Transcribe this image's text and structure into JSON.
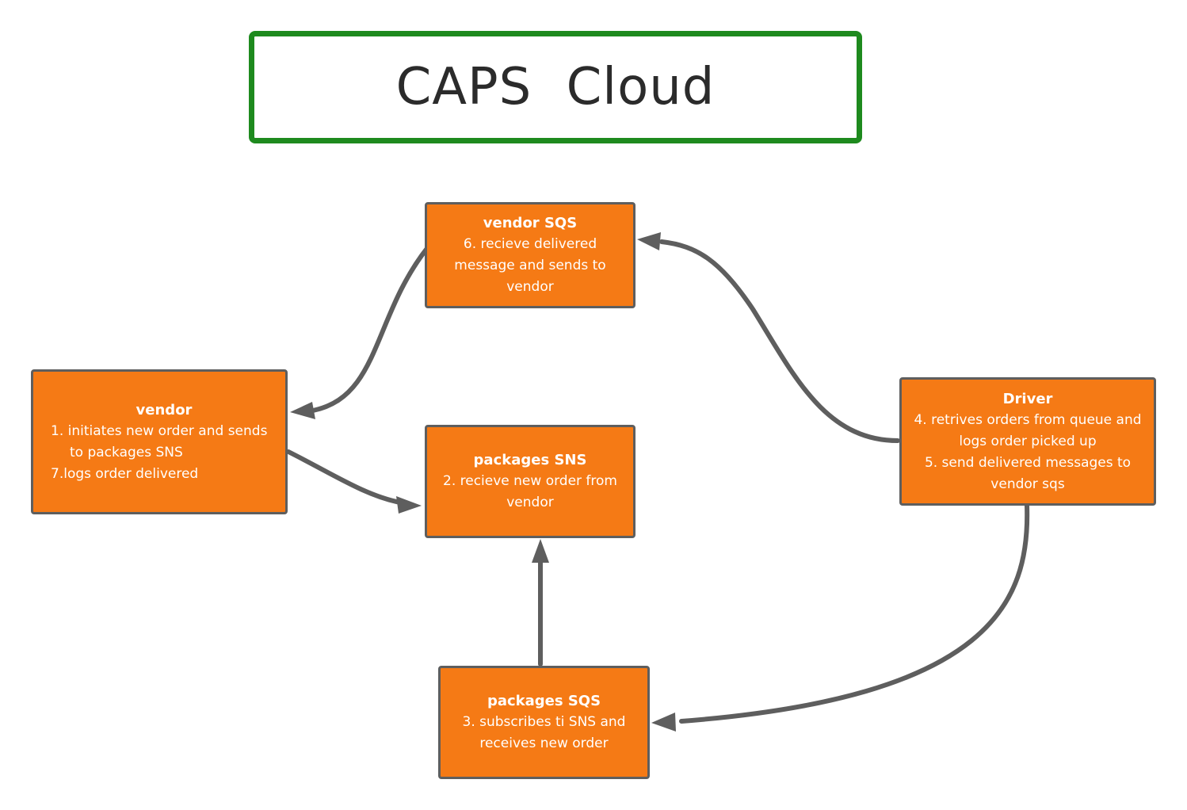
{
  "title": "CAPS  Cloud",
  "colors": {
    "node_fill": "#f57a15",
    "node_border": "#5e5e5e",
    "title_border": "#1e8a1e",
    "edge": "#5e5e5e"
  },
  "nodes": {
    "vendor_sqs": {
      "title": "vendor SQS",
      "lines": [
        "6. recieve delivered",
        "message and sends to",
        "vendor"
      ]
    },
    "vendor": {
      "title": "vendor",
      "lines": [
        "1.  initiates new order and sends",
        "to packages SNS",
        "7.logs order delivered"
      ]
    },
    "packages_sns": {
      "title": "packages SNS",
      "lines": [
        "2. recieve new order from",
        "vendor"
      ]
    },
    "driver": {
      "title": "Driver",
      "lines": [
        "4. retrives orders from queue and",
        "logs order picked up",
        "5. send delivered messages to",
        "vendor sqs"
      ]
    },
    "packages_sqs": {
      "title": "packages SQS",
      "lines": [
        "3. subscribes ti SNS and",
        "receives new order"
      ]
    }
  },
  "edges": [
    {
      "from": "vendor",
      "to": "packages_sns"
    },
    {
      "from": "packages_sqs",
      "to": "packages_sns"
    },
    {
      "from": "driver",
      "to": "packages_sqs"
    },
    {
      "from": "driver",
      "to": "vendor_sqs"
    },
    {
      "from": "vendor_sqs",
      "to": "vendor"
    }
  ]
}
